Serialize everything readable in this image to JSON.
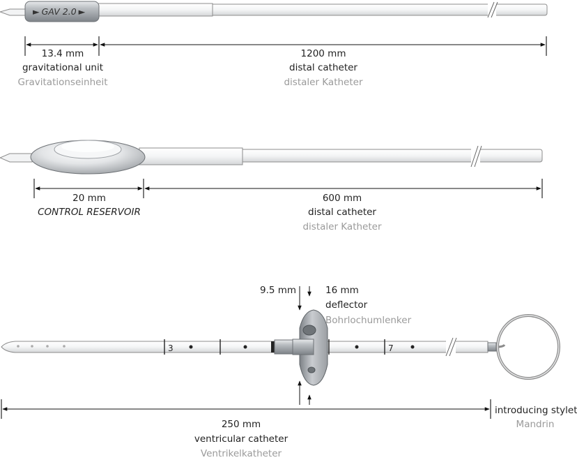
{
  "gav": {
    "badge": "GAV 2.0",
    "length_unit": "13.4 mm",
    "unit_label": "gravitational unit",
    "unit_label_de": "Gravitationseinheit",
    "length_catheter": "1200 mm",
    "catheter_label": "distal catheter",
    "catheter_label_de": "distaler Katheter"
  },
  "reservoir": {
    "length_reservoir": "20 mm",
    "reservoir_label": "CONTROL RESERVOIR",
    "length_catheter": "600 mm",
    "catheter_label": "distal catheter",
    "catheter_label_de": "distaler Katheter"
  },
  "ventricular": {
    "depth": "9.5 mm",
    "deflector_length": "16 mm",
    "deflector_label": "deflector",
    "deflector_label_de": "Bohrlochumlenker",
    "mark_3": "3",
    "mark_7": "7",
    "length_catheter": "250 mm",
    "catheter_label": "ventricular catheter",
    "catheter_label_de": "Ventrikelkatheter",
    "stylet_label": "introducing stylet",
    "stylet_label_de": "Mandrin"
  },
  "colors": {
    "tube_fill": "#f2f3f4",
    "tube_stroke": "#8c8c8c",
    "metal_dark": "#8e9296",
    "text": "#222222",
    "subtext": "#9a9a9a"
  }
}
